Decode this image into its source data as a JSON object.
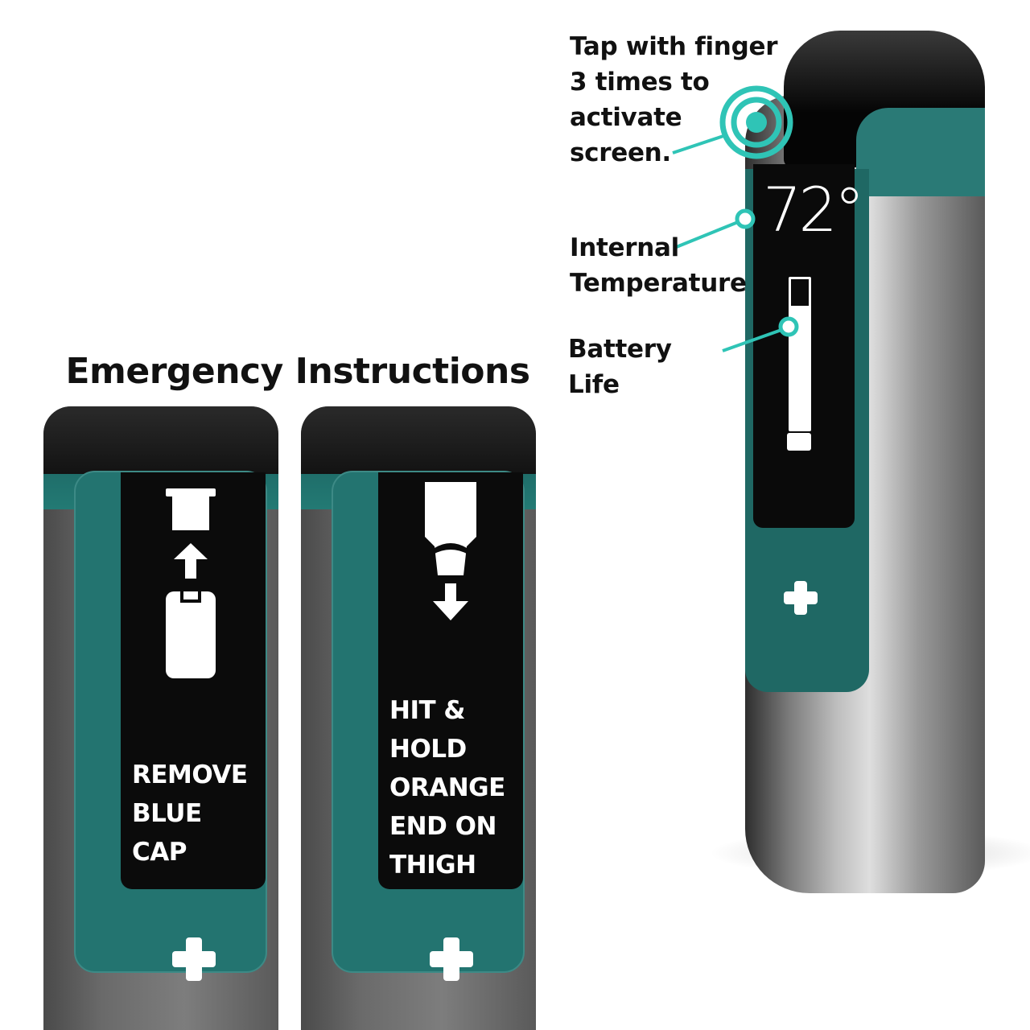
{
  "title": "Emergency Instructions",
  "callouts": {
    "tap": "Tap with finger\n3 times to\nactivate\nscreen.",
    "temperature": "Internal\nTemperature",
    "battery": "Battery Life"
  },
  "device": {
    "temperature": "72°",
    "battery_level_percent": 82
  },
  "pens": {
    "left_label": "REMOVE\nBLUE\nCAP",
    "right_label": "HIT &\nHOLD\nORANGE\nEND ON\nTHIGH"
  },
  "colors": {
    "teal": "#237470",
    "accent": "#2fc4b6",
    "screen": "#0a0a0a"
  },
  "icons": [
    "cap-icon",
    "arrow-up-icon",
    "pen-body-icon",
    "pen-tip-icon",
    "arrow-down-icon",
    "cross-icon",
    "touch-target-icon"
  ]
}
